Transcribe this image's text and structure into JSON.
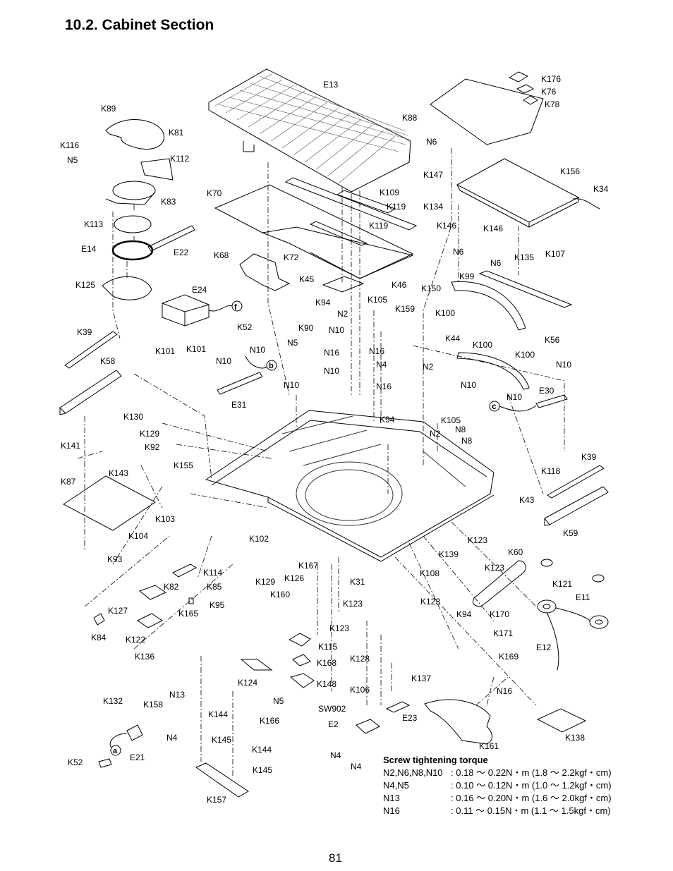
{
  "title": "10.2.  Cabinet Section",
  "page_number": "81",
  "labels": {
    "E13": "E13",
    "K176": "K176",
    "K76": "K76",
    "K78": "K78",
    "K88": "K88",
    "K89": "K89",
    "K81": "K81",
    "K116": "K116",
    "N5a": "N5",
    "K112": "K112",
    "N6a": "N6",
    "K147": "K147",
    "K156": "K156",
    "K70": "K70",
    "K109": "K109",
    "K119a": "K119",
    "K119b": "K119",
    "K34": "K34",
    "K134": "K134",
    "K83": "K83",
    "K146a": "K146",
    "K146b": "K146",
    "K113": "K113",
    "E14": "E14",
    "E22": "E22",
    "K68": "K68",
    "K72": "K72",
    "N6b": "N6",
    "K135": "K135",
    "K107": "K107",
    "N6c": "N6",
    "K99": "K99",
    "K125": "K125",
    "K45": "K45",
    "K46": "K46",
    "K150": "K150",
    "E24": "E24",
    "K94a": "K94",
    "K105a": "K105",
    "K159": "K159",
    "N2a": "N2",
    "K100a": "K100",
    "K52a": "K52",
    "K90": "K90",
    "N10a": "N10",
    "K39a": "K39",
    "K101a": "K101",
    "K101b": "K101",
    "N5b": "N5",
    "K44": "K44",
    "K100b": "K100",
    "K56": "K56",
    "K100c": "K100",
    "N10b": "N10",
    "N16a": "N16",
    "N16b": "N16",
    "K58": "K58",
    "N10c": "N10",
    "N10d": "N10",
    "N4a": "N4",
    "N2b": "N2",
    "N10e": "N10",
    "N10f": "N10",
    "N16c": "N16",
    "E30": "E30",
    "N10g": "N10",
    "N10h": "N10",
    "E31": "E31",
    "K130": "K130",
    "K105b": "K105",
    "K94b": "K94",
    "K129a": "K129",
    "N2c": "N2",
    "N8a": "N8",
    "N8b": "N8",
    "K141": "K141",
    "K92": "K92",
    "K39b": "K39",
    "K155": "K155",
    "K143": "K143",
    "K118": "K118",
    "K87": "K87",
    "K43": "K43",
    "K103": "K103",
    "K59": "K59",
    "K104": "K104",
    "K102": "K102",
    "K123a": "K123",
    "K60": "K60",
    "K93": "K93",
    "K139": "K139",
    "K123b": "K123",
    "K114": "K114",
    "K167": "K167",
    "K82": "K82",
    "K129b": "K129",
    "K126": "K126",
    "K31": "K31",
    "K108": "K108",
    "K121": "K121",
    "K85": "K85",
    "K160": "K160",
    "K123c": "K123",
    "K123d": "K123",
    "K95": "K95",
    "E11": "E11",
    "K127": "K127",
    "K165": "K165",
    "K94c": "K94",
    "K170": "K170",
    "K171": "K171",
    "K84": "K84",
    "K122": "K122",
    "K123e": "K123",
    "K115": "K115",
    "K136": "K136",
    "K128": "K128",
    "K169": "K169",
    "E12": "E12",
    "K168": "K168",
    "K124": "K124",
    "K137": "K137",
    "K148": "K148",
    "N16d": "N16",
    "K106": "K106",
    "K132": "K132",
    "N13": "N13",
    "K158": "K158",
    "N5c": "N5",
    "SW902": "SW902",
    "K144a": "K144",
    "K166": "K166",
    "E2": "E2",
    "E23": "E23",
    "K138": "K138",
    "N4b": "N4",
    "K161": "K161",
    "K145a": "K145",
    "K144b": "K144",
    "E21": "E21",
    "N4c": "N4",
    "K52b": "K52",
    "N4d": "N4",
    "K145b": "K145",
    "K157": "K157",
    "callout_f": "f",
    "callout_b": "b",
    "callout_c": "c",
    "callout_a": "a"
  },
  "torque": {
    "heading": "Screw tightening torque",
    "rows": [
      {
        "screws": "N2,N6,N8,N10",
        "value": ": 0.18 ～ 0.22N・m (1.8 ～ 2.2kgf・cm)"
      },
      {
        "screws": "N4,N5",
        "value": ": 0.10 ～ 0.12N・m (1.0 ～ 1.2kgf・cm)"
      },
      {
        "screws": "N13",
        "value": ": 0.16 ～ 0.20N・m (1.6 ～ 2.0kgf・cm)"
      },
      {
        "screws": "N16",
        "value": ": 0.11 ～ 0.15N・m (1.1 ～ 1.5kgf・cm)"
      }
    ]
  }
}
